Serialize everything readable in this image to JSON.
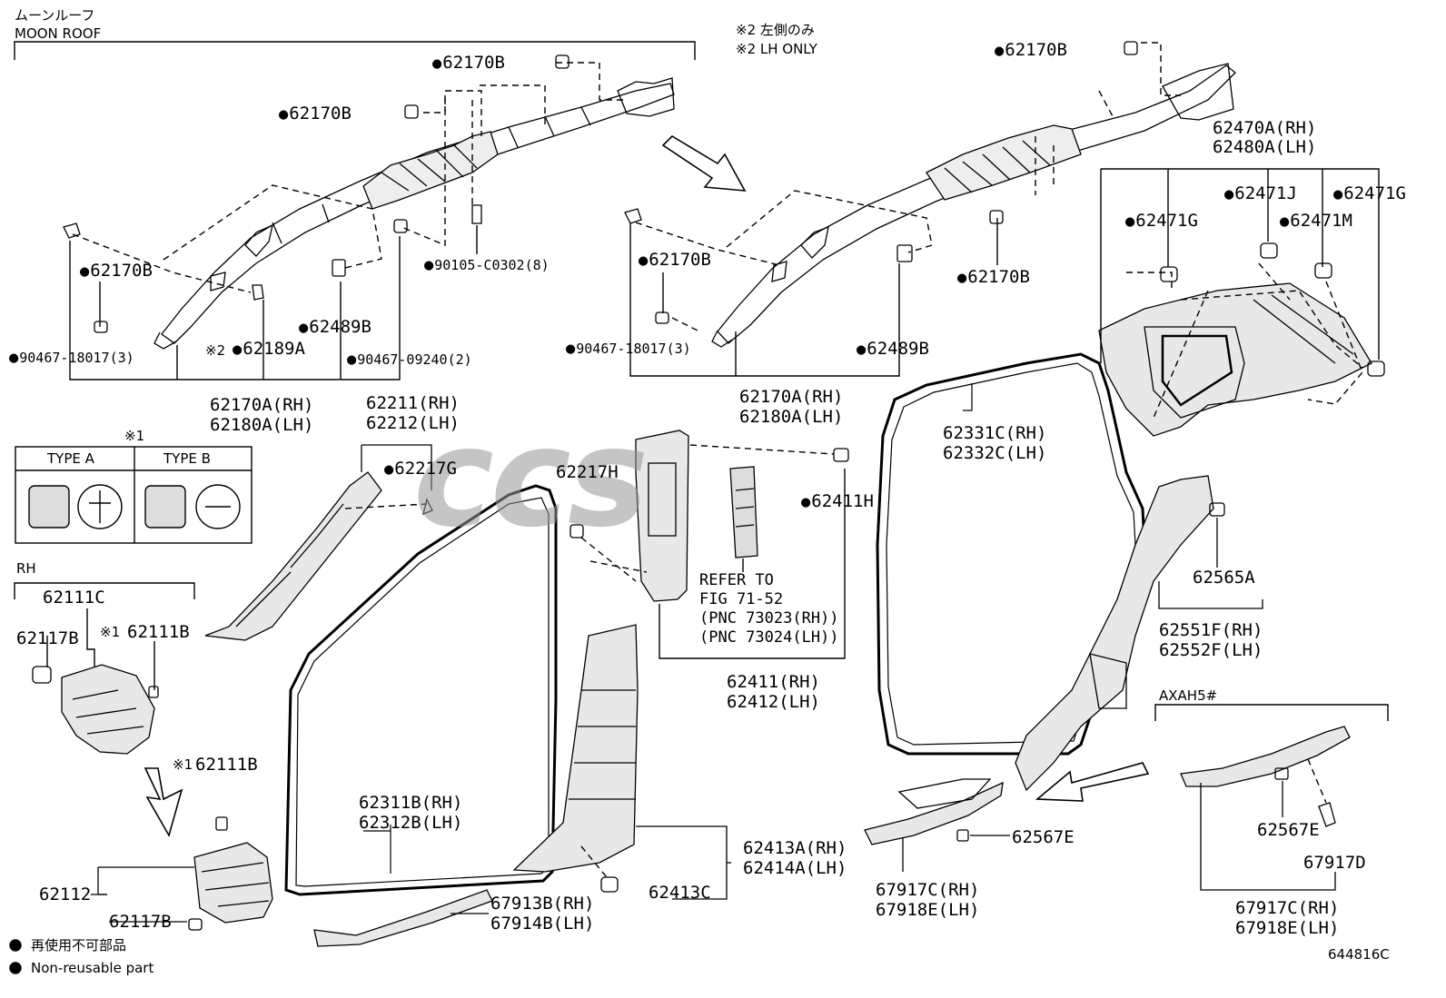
{
  "header": {
    "moon_roof_jp": "ムーンルーフ",
    "moon_roof_en": "MOON ROOF",
    "note2_jp": "※2 左側のみ",
    "note2_en": "※2 LH ONLY"
  },
  "legend": {
    "title": "※1",
    "type_a": "TYPE A",
    "type_b": "TYPE B"
  },
  "section_labels": {
    "rh": "RH",
    "axah": "AXAH5#"
  },
  "watermark": "ccs",
  "parts": {
    "p62170B_1": "62170B",
    "p62170B_2": "62170B",
    "p62170B_3": "62170B",
    "p62170B_4": "62170B",
    "p62170B_5": "62170B",
    "p62170B_6": "62170B",
    "p90105": "90105-C0302(8)",
    "p62489B_1": "62489B",
    "p62489B_2": "62489B",
    "p90467_18017_1": "90467-18017(3)",
    "p90467_18017_2": "90467-18017(3)",
    "p62189A": "62189A",
    "p62189A_note": "※2",
    "p90467_09240": "90467-09240(2)",
    "p62170A_1": "62170A(RH)",
    "p62180A_1": "62180A(LH)",
    "p62170A_2": "62170A(RH)",
    "p62180A_2": "62180A(LH)",
    "p62470A": "62470A(RH)",
    "p62480A": "62480A(LH)",
    "p62471G_1": "62471G",
    "p62471J": "62471J",
    "p62471G_2": "62471G",
    "p62471M": "62471M",
    "p62211": "62211(RH)",
    "p62212": "62212(LH)",
    "p62217G": "62217G",
    "p62217H": "62217H",
    "p62411H": "62411H",
    "p62331C": "62331C(RH)",
    "p62332C": "62332C(LH)",
    "p62111C": "62111C",
    "p62117B_1": "62117B",
    "p62111B_1": "62111B",
    "p62111B_1_note": "※1",
    "p62111B_2": "62111B",
    "p62111B_2_note": "※1",
    "p62112": "62112",
    "p62117B_2": "62117B",
    "refer_1": "REFER TO",
    "refer_2": "FIG 71-52",
    "refer_3": "(PNC 73023(RH))",
    "refer_4": "(PNC 73024(LH))",
    "p62411": "62411(RH)",
    "p62412": "62412(LH)",
    "p62565A": "62565A",
    "p62551F": "62551F(RH)",
    "p62552F": "62552F(LH)",
    "p62311B": "62311B(RH)",
    "p62312B": "62312B(LH)",
    "p62413A": "62413A(RH)",
    "p62414A": "62414A(LH)",
    "p62413C": "62413C",
    "p67913B": "67913B(RH)",
    "p67914B": "67914B(LH)",
    "p62567E_1": "62567E",
    "p67917C_1": "67917C(RH)",
    "p67918E_1": "67918E(LH)",
    "p62567E_2": "62567E",
    "p67917D": "67917D",
    "p67917C_2": "67917C(RH)",
    "p67918E_2": "67918E(LH)"
  },
  "footnote": {
    "jp": "再使用不可部品",
    "en": "Non-reusable part"
  },
  "figure_code": "644816C"
}
